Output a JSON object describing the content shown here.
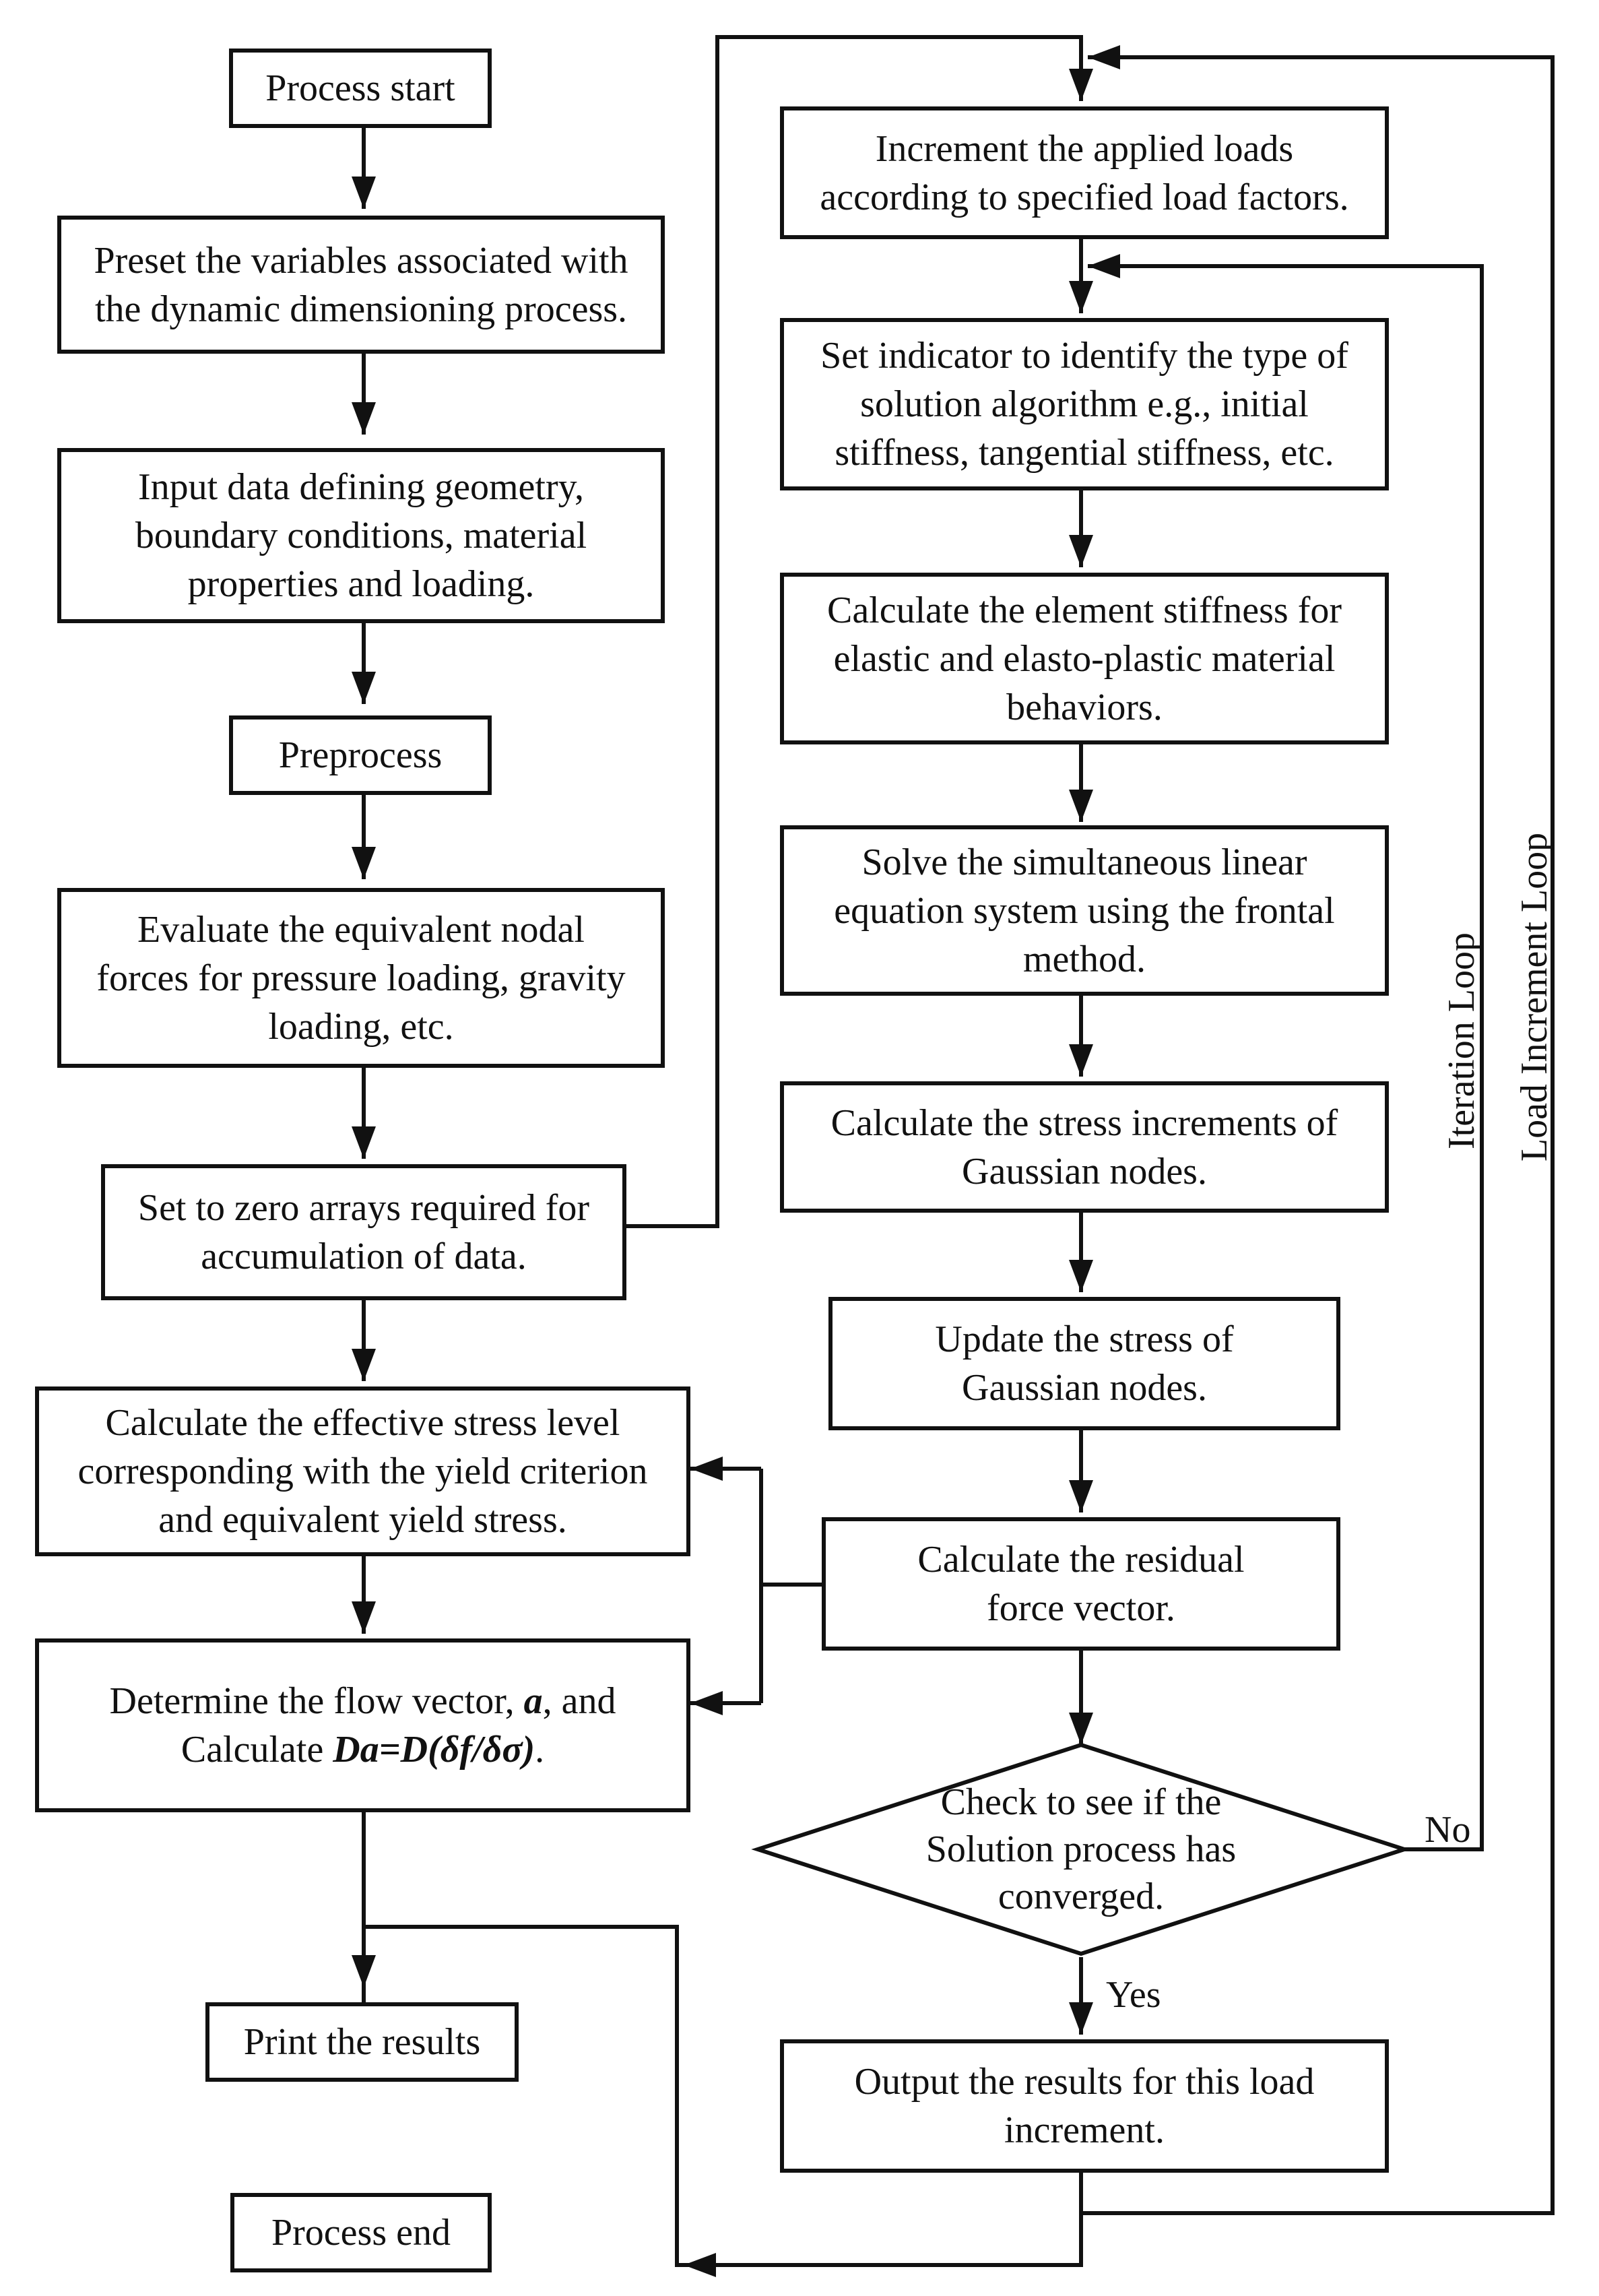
{
  "diagram": {
    "start": "Process start",
    "preset": "Preset the variables associated with\nthe dynamic dimensioning process.",
    "input_data": "Input data defining geometry,\nboundary conditions, material\nproperties and loading.",
    "preprocess": "Preprocess",
    "evaluate": "Evaluate the equivalent nodal\nforces for pressure loading, gravity\nloading, etc.",
    "set_zero": "Set to zero arrays required for\naccumulation of data.",
    "effective_stress": "Calculate the effective stress level\ncorresponding with the yield criterion\nand equivalent yield stress.",
    "flow_vector_prefix": "Determine the flow vector, ",
    "flow_vector_a": "a",
    "flow_vector_suffix": ", and",
    "calc_prefix": "Calculate ",
    "calc_formula": "Da=D(δf/δσ)",
    "calc_suffix": ".",
    "increment_loads": "Increment the applied loads\naccording to specified load factors.",
    "set_indicator": "Set indicator to identify the type of\nsolution algorithm e.g., initial\nstiffness, tangential stiffness, etc.",
    "element_stiffness": "Calculate the element stiffness for\nelastic and elasto-plastic material\nbehaviors.",
    "solve": "Solve the simultaneous linear\nequation system using the frontal\nmethod.",
    "stress_increments": "Calculate the stress increments of\nGaussian nodes.",
    "update_stress": "Update the stress of\nGaussian nodes.",
    "residual": "Calculate the residual\nforce vector.",
    "check": "Check to see if the\nSolution process has\nconverged.",
    "no_label": "No",
    "yes_label": "Yes",
    "output": "Output the results for this load\nincrement.",
    "print": "Print the results",
    "end": "Process end",
    "iteration_loop": "Iteration Loop",
    "load_increment_loop": "Load Increment Loop"
  }
}
